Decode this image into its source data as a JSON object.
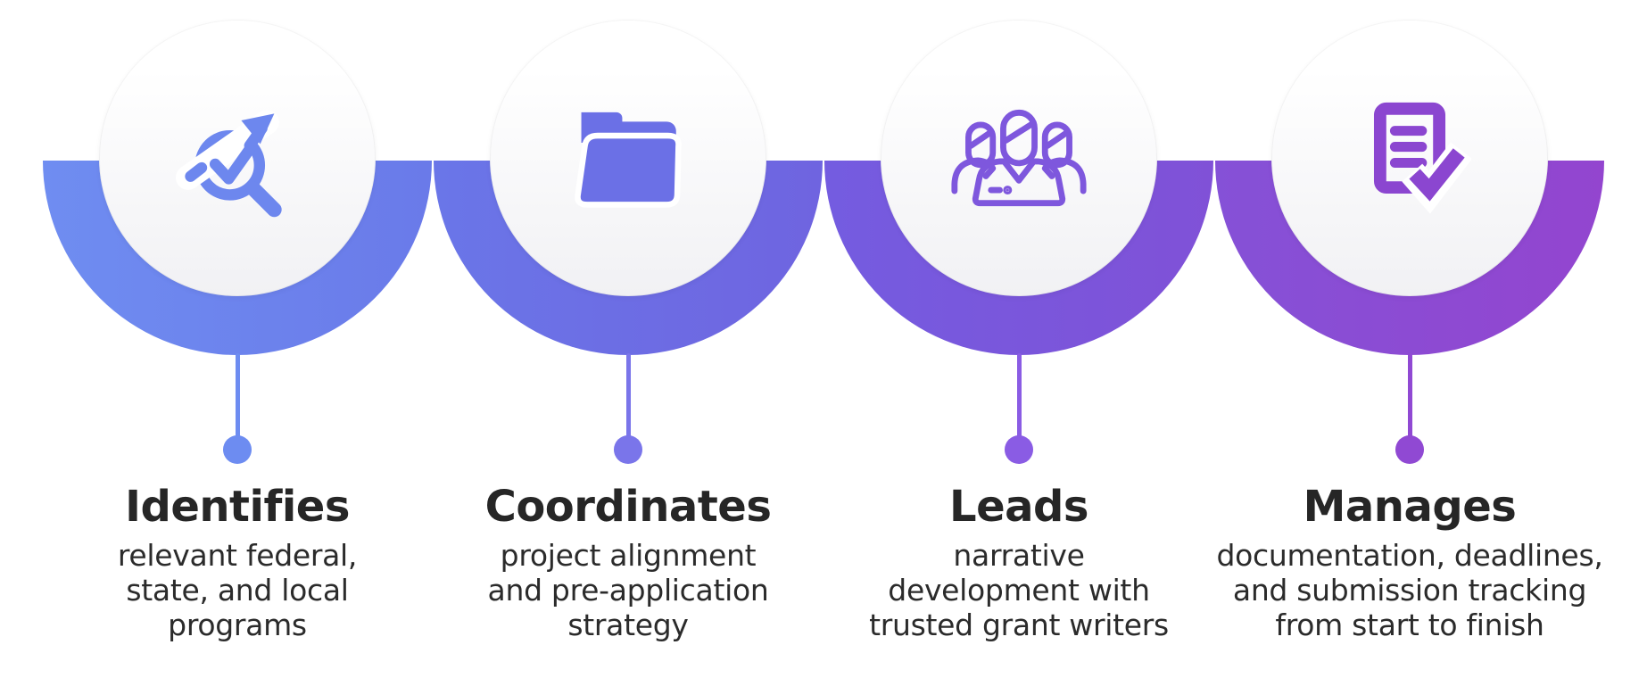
{
  "diagram": {
    "description_label": "four-step grant services process diagram",
    "background_color": "#ffffff",
    "text_color": "#262626"
  },
  "steps": [
    {
      "title": "Identifies",
      "lines": [
        "relevant federal,",
        "state, and local",
        "programs"
      ],
      "icon": "magnifier-check-growth-icon",
      "accent": "#6d87ee",
      "arc_from": "#6f8df1",
      "arc_to": "#6a7ae9",
      "dot": "#6d8cf1"
    },
    {
      "title": "Coordinates",
      "lines": [
        "project alignment",
        "and pre-application",
        "strategy"
      ],
      "icon": "open-folder-icon",
      "accent": "#6b70e6",
      "arc_from": "#6a76e8",
      "arc_to": "#6f64e0",
      "dot": "#7a75ea"
    },
    {
      "title": "Leads",
      "lines": [
        "narrative",
        "development with",
        "trusted grant writers"
      ],
      "icon": "team-people-icon",
      "accent": "#7e57dd",
      "arc_from": "#745ce0",
      "arc_to": "#8051d7",
      "dot": "#8a5ce4"
    },
    {
      "title": "Manages",
      "lines": [
        "documentation, deadlines,",
        "and submission tracking",
        "from start to finish"
      ],
      "icon": "document-checklist-check-icon",
      "accent": "#8b46d0",
      "arc_from": "#8551d7",
      "arc_to": "#9345cf",
      "dot": "#9049d3"
    }
  ]
}
